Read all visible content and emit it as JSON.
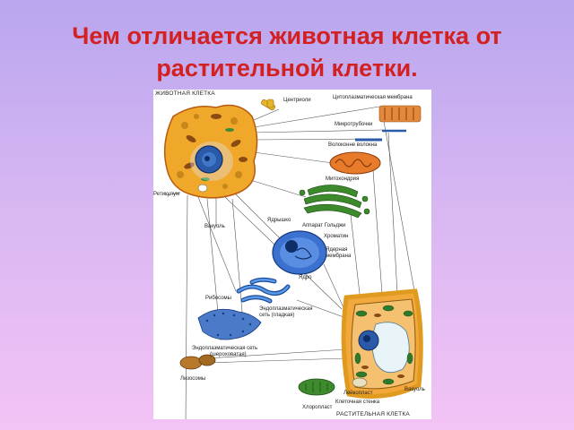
{
  "slide": {
    "title_line1": "Чем отличается животная клетка от",
    "title_line2": "растительной клетки."
  },
  "diagram": {
    "animal_cell": "ЖИВОТНАЯ КЛЕТКА",
    "plant_cell": "РАСТИТЕЛЬНАЯ КЛЕТКА",
    "labels": {
      "centrioles": "Центриоли",
      "cytoplasmic_membrane": "Цитоплазматическая мембрана",
      "microtubules": "Микротрубочки",
      "fibers": "Волоконне волокна",
      "mitochondrion": "Митохондрия",
      "golgi": "Аппарат Гольджи",
      "nucleolus": "Ядрышко",
      "chromatin": "Хроматин",
      "nuclear_membrane_1": "Ядерная",
      "nuclear_membrane_2": "мембрана",
      "nucleus": "Ядро",
      "ribosomes": "Рибосомы",
      "smooth_er_1": "Эндоплазматическая",
      "smooth_er_2": "сеть (гладкая)",
      "rough_er_1": "Эндоплазматическая сеть",
      "rough_er_2": "(шероховатая)",
      "lysosomes": "Лизосомы",
      "reticulum": "Ретикулум",
      "vacuole_animal": "Вакуоль",
      "leucoplast": "Лейкопласт",
      "vacuole_plant": "Вакуоль",
      "cell_wall": "Клеточная стенка",
      "chloroplast": "Хлоропласт"
    }
  }
}
